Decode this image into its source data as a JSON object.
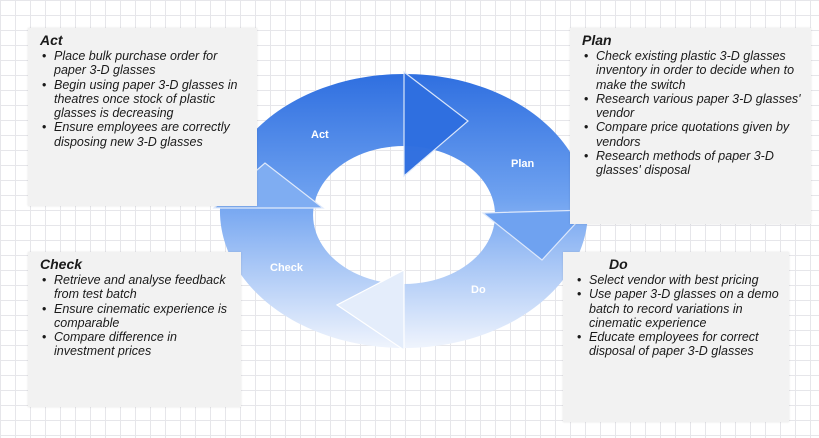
{
  "colors": {
    "ring_top": "#2f6fe0",
    "ring_bottom": "#f1f5fd",
    "box_background": "#f2f2f2"
  },
  "cycle": {
    "stages": [
      "Act",
      "Plan",
      "Do",
      "Check"
    ]
  },
  "boxes": {
    "act": {
      "title": "Act",
      "items": [
        "Place bulk purchase order for paper 3-D glasses",
        "Begin using paper 3-D glasses in theatres once stock of plastic glasses is decreasing",
        "Ensure employees are correctly disposing new 3-D glasses"
      ]
    },
    "plan": {
      "title": "Plan",
      "items": [
        "Check existing plastic 3-D glasses inventory in order to decide  when to make the switch",
        "Research various paper 3-D glasses' vendor",
        "Compare price quotations given by vendors",
        "Research methods of paper 3-D glasses' disposal"
      ]
    },
    "check": {
      "title": "Check",
      "items": [
        "Retrieve and analyse feedback from test batch",
        "Ensure cinematic experience is comparable",
        "Compare difference in investment prices"
      ]
    },
    "do": {
      "title": "Do",
      "items": [
        "Select vendor with best pricing",
        "Use paper 3-D glasses on a demo batch to record variations in cinematic experience",
        "Educate employees for correct disposal of paper 3-D glasses"
      ]
    }
  }
}
